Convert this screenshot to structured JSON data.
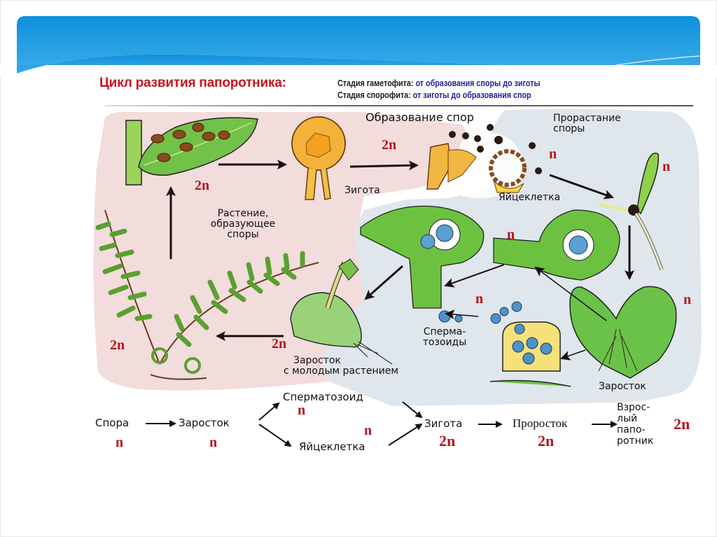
{
  "title": {
    "main": "Цикл развития папоротника:",
    "gametophyte_label": "Стадия гаметофита:",
    "gametophyte_value": "от образования  споры  до зиготы",
    "sporophyte_label": "Стадия спорофита:",
    "sporophyte_value": "от зиготы   до  образования спор"
  },
  "colors": {
    "banner_top": "#0d90dc",
    "banner_bottom": "#39aaea",
    "sporophyte_zone": "#f2dcdc",
    "gametophyte_zone": "#dfe6ec",
    "title_red": "#c8141e",
    "stage_blue": "#1f1f9a",
    "ploidy_red": "#b5141c"
  },
  "diagram": {
    "labels": {
      "spore_formation": "Образование спор",
      "spore_germination_1": "Прорастание",
      "spore_germination_2": "споры",
      "zygote": "Зигота",
      "egg_cell": "Яйцеклетка",
      "plant_1": "Растение,",
      "plant_2": "образующее",
      "plant_3": "споры",
      "sperm_1": "Сперма-",
      "sperm_2": "тозоиды",
      "prothallus_young_1": "Заросток",
      "prothallus_young_2": "с молодым растением",
      "prothallus": "Заросток"
    },
    "ploidy": {
      "leaf": "2n",
      "sporangium": "2n",
      "spores": "n",
      "protonema": "n",
      "archegonium": "n",
      "antheridium": "n",
      "prothallus": "n",
      "plant": "2n",
      "young_plant": "2n"
    }
  },
  "flow": {
    "spore": "Спора",
    "spore_ploidy": "n",
    "prothallus": "Заросток",
    "prothallus_ploidy": "n",
    "sperm": "Сперматозоид",
    "sperm_ploidy": "n",
    "egg": "Яйцеклетка",
    "egg_ploidy": "n",
    "zygote": "Зигота",
    "zygote_ploidy": "2n",
    "sprout": "Проросток",
    "sprout_ploidy": "2n",
    "adult_1": "Взрос-",
    "adult_2": "лый",
    "adult_3": "папо-",
    "adult_4": "ротник",
    "adult_ploidy": "2n"
  }
}
